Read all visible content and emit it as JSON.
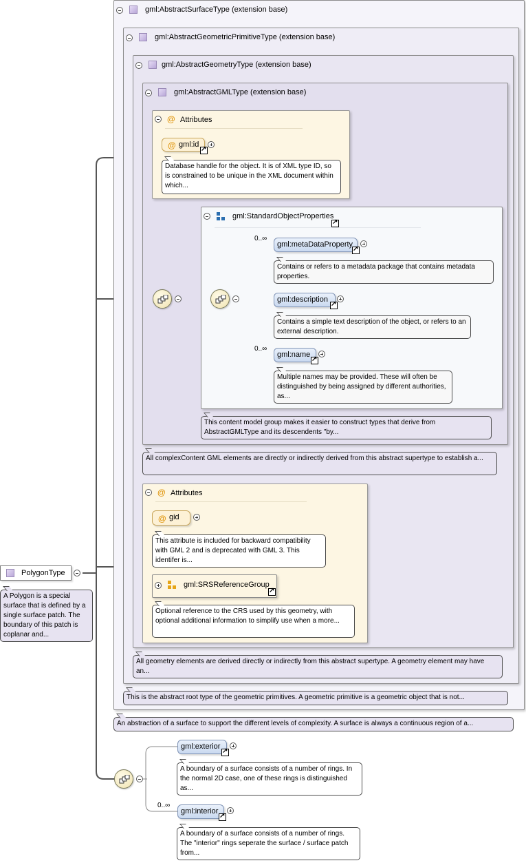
{
  "boxes": {
    "surface": "gml:AbstractSurfaceType (extension base)",
    "primitive": "gml:AbstractGeometricPrimitiveType (extension base)",
    "geometry": "gml:AbstractGeometryType (extension base)",
    "gmltype": "gml:AbstractGMLType (extension base)"
  },
  "attributes1": {
    "title": "Attributes",
    "id_label": "gml:id",
    "id_doc": "Database handle for the object. It is of XML type ID, so is constrained to be unique in the XML document within which..."
  },
  "standard_props": {
    "title": "gml:StandardObjectProperties",
    "meta_label": "gml:metaDataProperty",
    "meta_occ": "0..∞",
    "meta_doc": "Contains or refers to a metadata package that contains metadata properties.",
    "desc_label": "gml:description",
    "desc_doc": "Contains a simple text description of the object, or refers to an external description.",
    "name_label": "gml:name",
    "name_occ": "0..∞",
    "name_doc": "Multiple names may be provided. These will often be distinguished by being assigned by different authorities, as...",
    "group_doc": "This content model group makes it easier to construct types that derive from AbstractGMLType and its descendents \"by..."
  },
  "gmltype_doc": "All complexContent GML elements are directly or indirectly derived from this abstract supertype to establish a...",
  "attributes2": {
    "title": "Attributes",
    "gid_label": "gid",
    "gid_doc": "This attribute is included for backward compatibility with GML 2 and is deprecated with GML 3. This identifer is...",
    "srs_label": "gml:SRSReferenceGroup",
    "srs_doc": "Optional reference to the CRS used by this geometry, with optional additional information to simplify use when a more..."
  },
  "geometry_doc": "All geometry elements are derived directly or indirectly from this abstract supertype. A geometry element may have an...",
  "primitive_doc": "This is the abstract root type of the geometric primitives. A geometric primitive is a geometric object that is not...",
  "surface_doc": "An abstraction of a surface to support the different levels of complexity. A surface is always a continuous region of a...",
  "polygon": {
    "label": "PolygonType",
    "doc": "A Polygon is a special surface that is defined by a single surface patch. The boundary of this patch is coplanar and..."
  },
  "exterior": {
    "label": "gml:exterior",
    "doc": "A boundary of a surface consists of a number of rings. In the normal 2D case, one of these rings is distinguished as..."
  },
  "interior": {
    "label": "gml:interior",
    "occ": "0..∞",
    "doc": "A boundary of a surface consists of a number of rings. The \"interior\" rings seperate the surface / surface patch from..."
  }
}
